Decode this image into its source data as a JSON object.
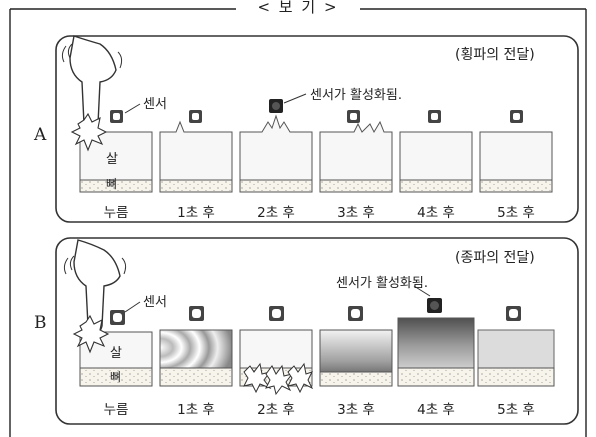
{
  "title": "< 보 기 >",
  "rows": [
    {
      "id": "A",
      "label": "A",
      "panel_title": "(횡파의 전달)",
      "sensor_label": "센서",
      "activation_note": "센서가 활성화됨.",
      "flesh_label": "살",
      "bone_label": "뼈",
      "steps": [
        "누름",
        "1초 후",
        "2초 후",
        "3초 후",
        "4초 후",
        "5초 후"
      ]
    },
    {
      "id": "B",
      "label": "B",
      "panel_title": "(종파의 전달)",
      "sensor_label": "센서",
      "activation_note": "센서가 활성화됨.",
      "flesh_label": "살",
      "bone_label": "뼈",
      "steps": [
        "누름",
        "1초 후",
        "2초 후",
        "3초 후",
        "4초 후",
        "5초 후"
      ]
    }
  ],
  "colors": {
    "line": "#333333",
    "bone_fill": "#f4f1ea",
    "sensor": "#444444"
  }
}
